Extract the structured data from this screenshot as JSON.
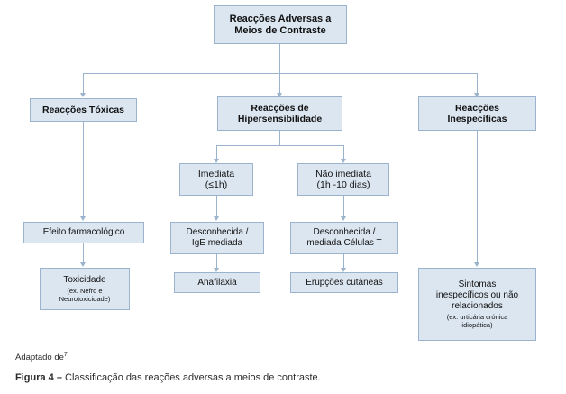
{
  "figure": {
    "root": {
      "label": "Reacções Adversas a\nMeios de Contraste"
    },
    "level1": [
      {
        "label": "Reacções Tóxicas"
      },
      {
        "label": "Reacções de\nHipersensibilidade"
      },
      {
        "label": "Reacções\nInespecíficas"
      }
    ],
    "level2": [
      {
        "label": "Imediata\n(≤1h)"
      },
      {
        "label": "Não imediata\n(1h -10 dias)"
      }
    ],
    "level3": [
      {
        "label": "Efeito farmacológico"
      },
      {
        "label": "Desconhecida /\nIgE mediada"
      },
      {
        "label": "Desconhecida /\nmediada Células T"
      }
    ],
    "level4": [
      {
        "label": "Toxicidade",
        "sub": "(ex. Nefro e\nNeurotoxicidade)"
      },
      {
        "label": "Anafilaxia",
        "sub": ""
      },
      {
        "label": "Erupções cutâneas",
        "sub": ""
      },
      {
        "label": "Sintomas\ninespecíficos ou não\nrelacionados",
        "sub": "(ex. urticária crónica\nidiopática)"
      }
    ],
    "caption": {
      "source_text": "Adaptado de",
      "source_ref": "7",
      "figure_number": "Figura 4 –",
      "figure_text": " Classificação das reações adversas a meios de contraste."
    },
    "colors": {
      "node_fill": "#dce6f1",
      "node_border": "#9cb3cd",
      "connector": "#9cb3cd",
      "text": "#111111",
      "caption_text": "#2b2b2b"
    }
  }
}
